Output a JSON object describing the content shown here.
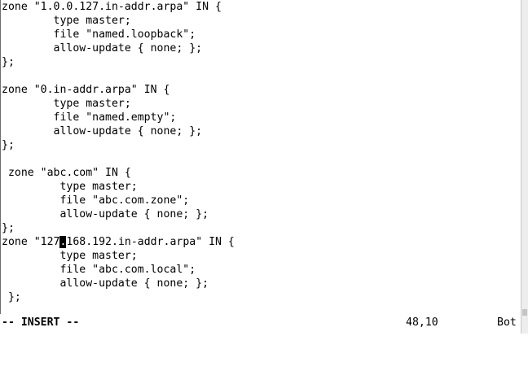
{
  "editor": {
    "lines": [
      "zone \"1.0.0.127.in-addr.arpa\" IN {",
      "        type master;",
      "        file \"named.loopback\";",
      "        allow-update { none; };",
      "};",
      "",
      "zone \"0.in-addr.arpa\" IN {",
      "        type master;",
      "        file \"named.empty\";",
      "        allow-update { none; };",
      "};",
      "",
      " zone \"abc.com\" IN {",
      "         type master;",
      "         file \"abc.com.zone\";",
      "         allow-update { none; };",
      "};",
      "zone \"127.168.192.in-addr.arpa\" IN {",
      "         type master;",
      "         file \"abc.com.local\";",
      "         allow-update { none; };",
      " };"
    ],
    "cursor_line_before": "zone \"127",
    "cursor_char": ".",
    "cursor_line_after": "168.192.in-addr.arpa\" IN {"
  },
  "statusline": {
    "mode": "-- INSERT --",
    "position": "48,10",
    "scroll": "Bot"
  }
}
